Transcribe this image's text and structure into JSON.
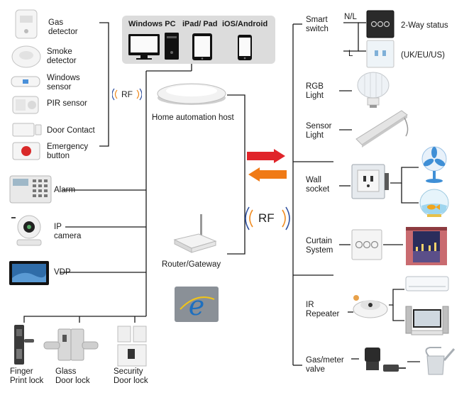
{
  "host_panel": {
    "windows_pc": "Windows PC",
    "ipad": "iPad/ Pad",
    "ios_android": "iOS/Android"
  },
  "hub": {
    "host_label": "Home automation host",
    "router_label": "Router/Gateway"
  },
  "sensors": {
    "gas": "Gas\ndetector",
    "smoke": "Smoke\ndetector",
    "windows": "Windows\nsensor",
    "pir": "PIR sensor",
    "door": "Door Contact",
    "emergency": "Emergency\nbutton",
    "rf": "RF"
  },
  "left_devices": {
    "alarm": "Alarm",
    "ip_camera": "IP\ncamera",
    "vdp": "VDP"
  },
  "locks": {
    "finger": "Finger\nPrint lock",
    "glass": "Glass\nDoor lock",
    "security": "Security\nDoor lock"
  },
  "center_rf": "RF",
  "right_devices": {
    "smart_switch": "Smart\nswitch",
    "nl": "N/L",
    "l": "L",
    "two_way": "2-Way status",
    "region": "(UK/EU/US)",
    "rgb": "RGB\nLight",
    "sensor_light": "Sensor\nLight",
    "wall_socket": "Wall\nsocket",
    "curtain": "Curtain\nSystem",
    "ir": "IR\nRepeater",
    "gas_valve": "Gas/meter\nvalve"
  },
  "colors": {
    "line": "#1a1a1a",
    "arrow_red": "#e0242a",
    "arrow_orange": "#f07a16",
    "rf_orange": "#f08a1e",
    "rf_blue": "#2e4f9e",
    "panel_bg": "#dcdcdc",
    "ie_blue": "#1d6fbf"
  }
}
